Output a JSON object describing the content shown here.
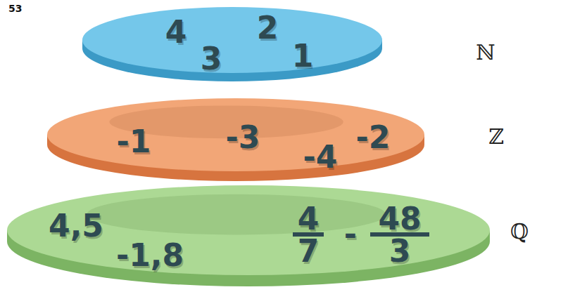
{
  "diagram": {
    "nodes": [
      {
        "text": [
          "4",
          "2",
          "3",
          "1",
          "ℕ"
        ]
      },
      {
        "text": [
          "-1",
          "-3",
          "-2",
          "-4",
          "ℤ"
        ]
      },
      {
        "text": [
          "4,5",
          "-1,8",
          "4",
          "7",
          "-",
          "48",
          "3",
          "ℚ"
        ]
      }
    ],
    "labels": [
      "53"
    ]
  }
}
